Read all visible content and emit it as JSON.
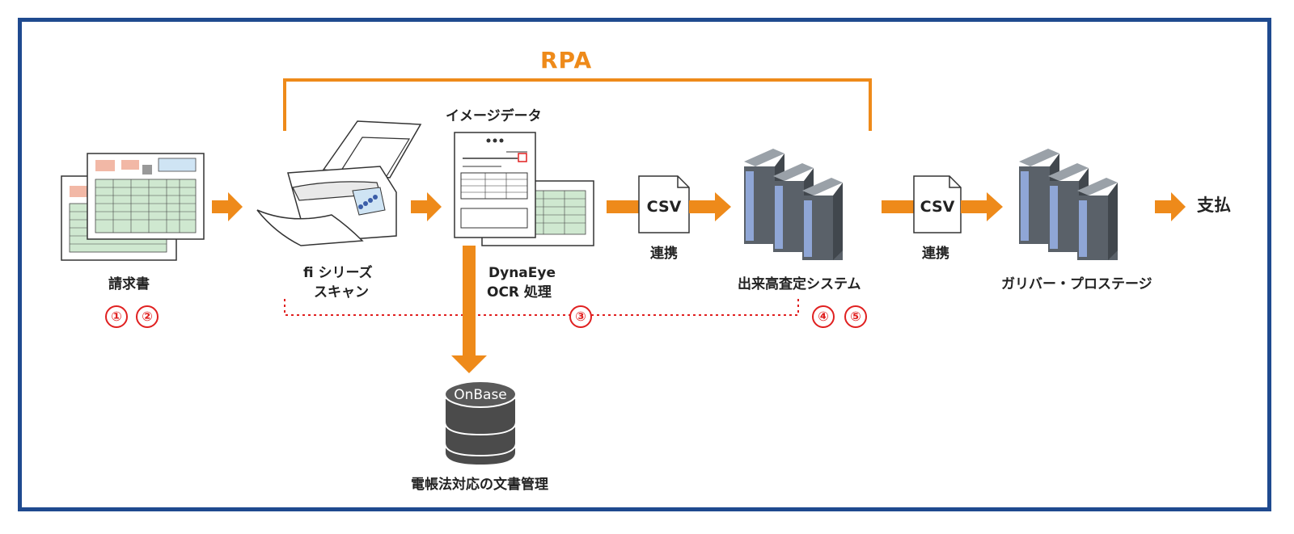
{
  "title": "RPA",
  "labels": {
    "invoice": "請求書",
    "scanner_line1": "fi シリーズ",
    "scanner_line2": "スキャン",
    "image_data": "イメージデータ",
    "ocr_line1": "DynaEye",
    "ocr_line2": "OCR 処理",
    "link1": "連携",
    "link2": "連携",
    "dekidaka": "出来高査定システム",
    "gulliver": "ガリバー・プロステージ",
    "payment": "支払",
    "onbase_doc": "電帳法対応の文書管理",
    "onbase_name": "OnBase",
    "csv1": "CSV",
    "csv2": "CSV"
  },
  "badges": [
    "①",
    "②",
    "③",
    "④",
    "⑤"
  ],
  "colors": {
    "frame": "#1f4a8f",
    "arrow": "#ee8a1a",
    "badge": "#e02020",
    "server_body": "#5a6169",
    "server_stripe": "#8fa6d6",
    "db": "#4b4b4b"
  }
}
